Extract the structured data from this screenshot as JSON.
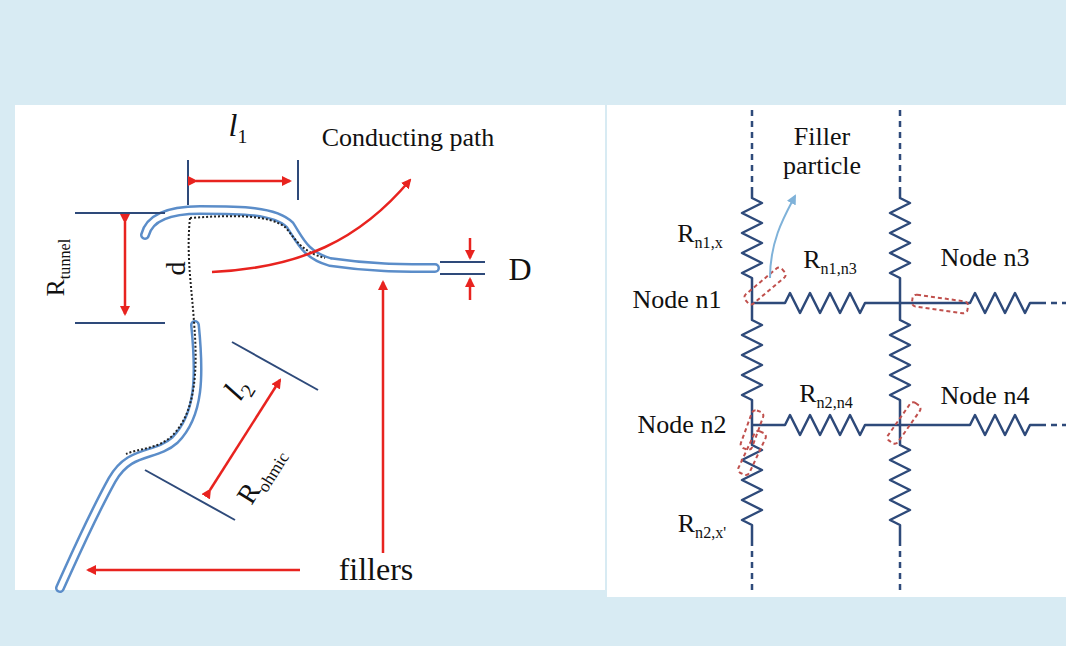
{
  "diagram": {
    "labels": [
      "Conducting path",
      "l1",
      "Rtunnel",
      "d",
      "D",
      "l2",
      "Rohmic",
      "fillers",
      "Filler particle",
      "Rn1,x",
      "Rn1,n3",
      "Node n3",
      "Node n1",
      "Rn2,n4",
      "Node n4",
      "Node n2",
      "Rn2,x'"
    ]
  }
}
